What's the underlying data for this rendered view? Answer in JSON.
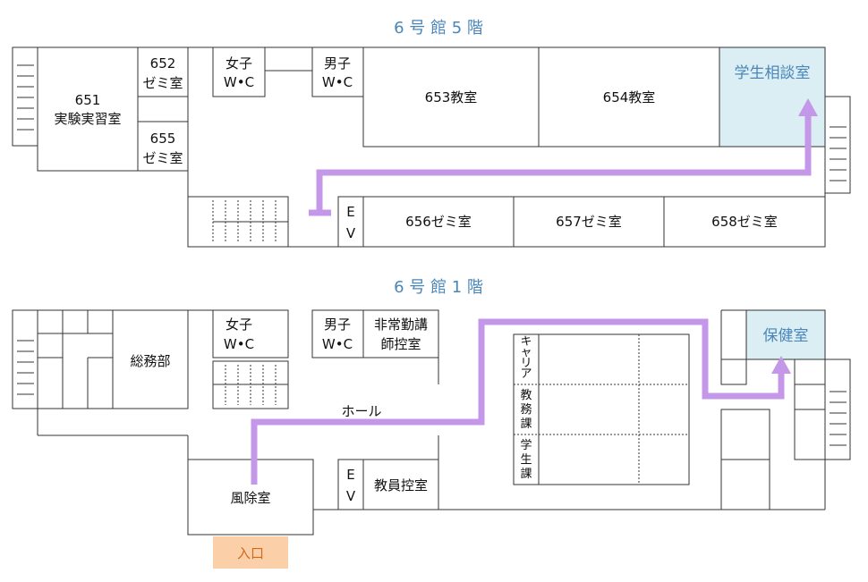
{
  "floor5": {
    "title": "6 号 館 5 階",
    "rooms": {
      "r651_line1": "651",
      "r651_line2": "実験実習室",
      "r652_line1": "652",
      "r652_line2": "ゼミ室",
      "r655_line1": "655",
      "r655_line2": "ゼミ室",
      "wc_women_line1": "女子",
      "wc_women_line2": "W•C",
      "wc_men_line1": "男子",
      "wc_men_line2": "W•C",
      "r653": "653教室",
      "r654": "654教室",
      "counseling": "学生相談室",
      "ev_e": "E",
      "ev_v": "V",
      "r656": "656ゼミ室",
      "r657": "657ゼミ室",
      "r658": "658ゼミ室"
    }
  },
  "floor1": {
    "title": "6 号 館 1 階",
    "rooms": {
      "general_affairs": "総務部",
      "wc_women_line1": "女子",
      "wc_women_line2": "W•C",
      "wc_men_line1": "男子",
      "wc_men_line2": "W•C",
      "parttime_line1": "非常勤講",
      "parttime_line2": "師控室",
      "hall": "ホール",
      "career": [
        "キ",
        "ャ",
        "リ",
        "ア"
      ],
      "academic": [
        "教",
        "務",
        "課"
      ],
      "student": [
        "学",
        "生",
        "課"
      ],
      "health": "保健室",
      "windbreak": "風除室",
      "ev_e": "E",
      "ev_v": "V",
      "faculty": "教員控室",
      "entrance": "入口"
    }
  },
  "colors": {
    "title": "#4a86b8",
    "route": "#c597e8",
    "highlight_room": "#daeef3",
    "entrance": "#fbcfa7",
    "entrance_text": "#d2691e"
  }
}
